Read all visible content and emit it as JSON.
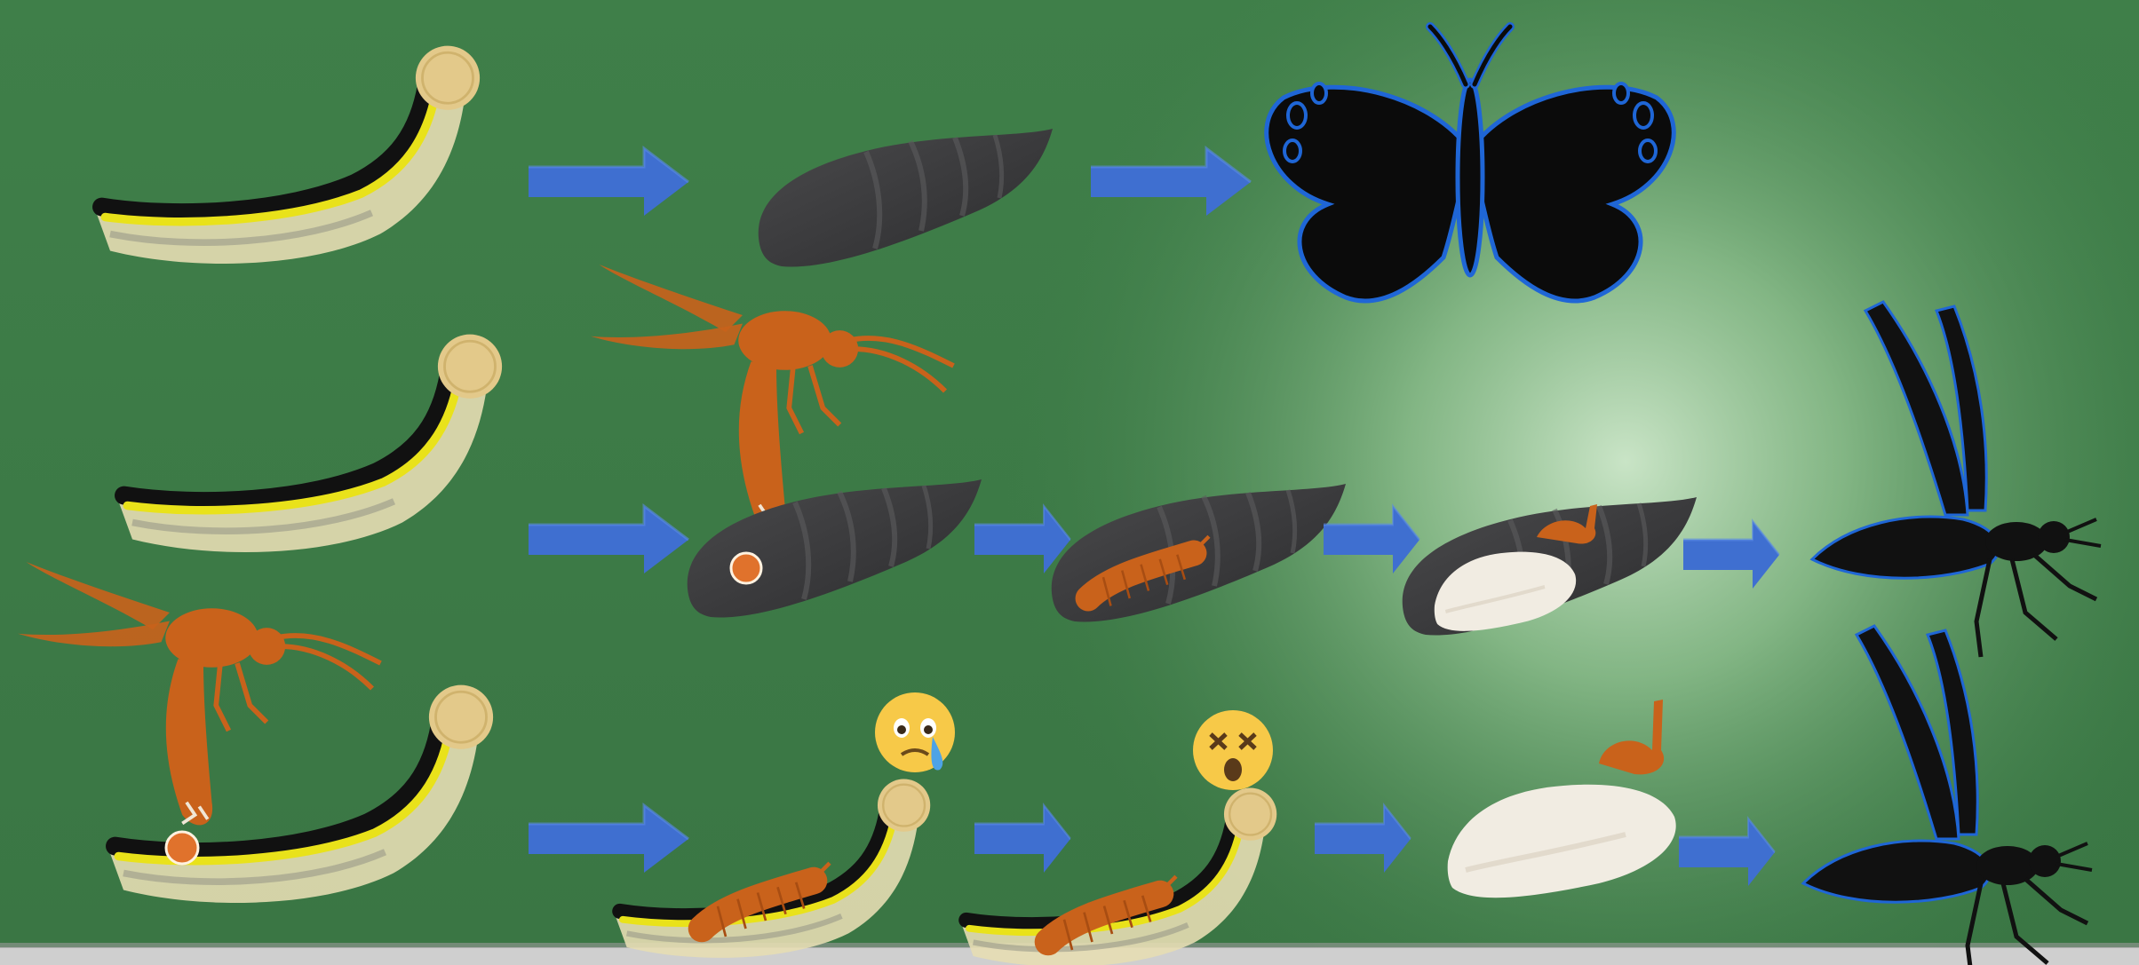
{
  "board": {
    "background": "#3e7d48",
    "glow": "#c7e3c4",
    "chalk_ledge": "#cfcfcf"
  },
  "colors": {
    "arrow": "#3f6fd0",
    "wasp_orange": "#c9621b",
    "egg_dot": "#e0722c",
    "pupa_dark": "#3a3a3c",
    "cocoon_white": "#f1ece2",
    "butterfly_fill": "#0b0b0b",
    "butterfly_outline": "#1f66d6",
    "caterpillar_yellow": "#e9e21a",
    "caterpillar_cream": "#e6ddb3",
    "head_tan": "#e3c98a",
    "emoji_yellow": "#f7c948"
  },
  "rows": [
    {
      "id": "unparasitized",
      "stages": [
        "caterpillar",
        "arrow",
        "pupa",
        "arrow",
        "butterfly"
      ]
    },
    {
      "id": "pupal-parasitoid",
      "stages": [
        "caterpillar",
        "wasp-ovipositing",
        "arrow",
        "pupa-with-egg",
        "arrow",
        "pupa-with-larva",
        "arrow",
        "pupa-with-cocoon",
        "arrow",
        "adult-wasp"
      ]
    },
    {
      "id": "larval-parasitoid",
      "stages": [
        "wasp-ovipositing",
        "caterpillar-with-egg",
        "arrow",
        "caterpillar-with-larva-sad",
        "arrow",
        "caterpillar-with-larva-dead",
        "arrow",
        "cocoon-with-emerging-wasp",
        "arrow",
        "adult-wasp"
      ]
    }
  ],
  "icons": {
    "arrow": "arrow-right-icon",
    "caterpillar": "caterpillar-icon",
    "pupa": "pupa-icon",
    "butterfly": "butterfly-icon",
    "wasp": "wasp-icon",
    "larva": "parasitoid-larva-icon",
    "cocoon": "cocoon-icon",
    "crying_face": "crying-face-icon",
    "dizzy_face": "dizzy-face-icon"
  }
}
